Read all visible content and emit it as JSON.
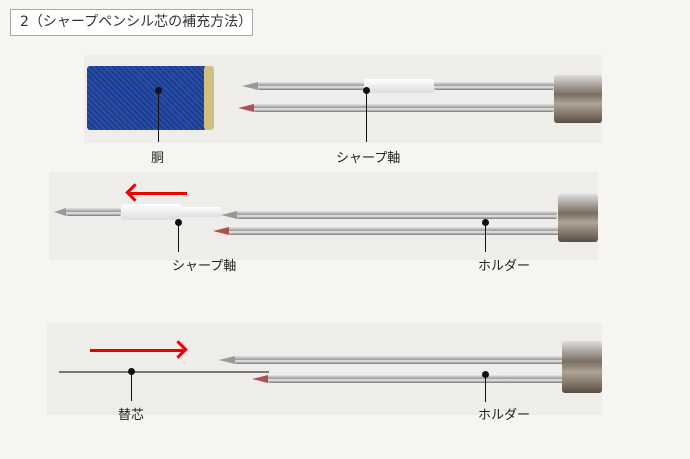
{
  "title": "2（シャープペンシル芯の補充方法）",
  "step1": {
    "body_label": "胴",
    "sharp_label": "シャープ軸"
  },
  "step2": {
    "sharp_label": "シャープ軸",
    "holder_label": "ホルダー",
    "arrow_direction": "left"
  },
  "step3": {
    "refill_label": "替芯",
    "holder_label": "ホルダー",
    "arrow_direction": "right"
  },
  "colors": {
    "arrow": "#e00000",
    "barrel": "#2a4fa8"
  }
}
